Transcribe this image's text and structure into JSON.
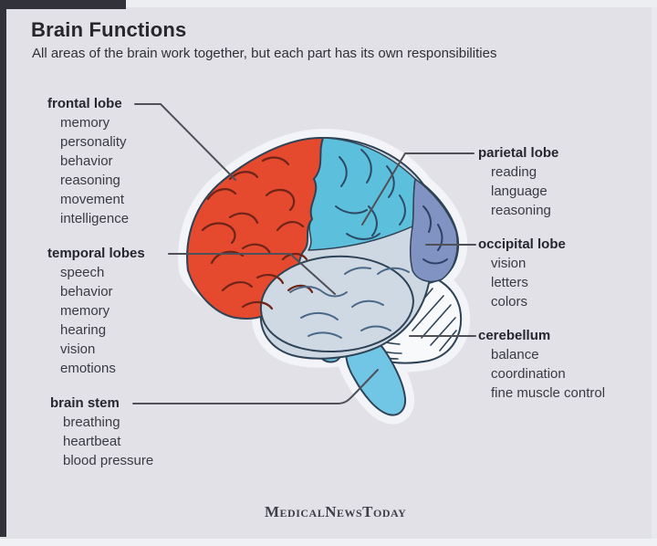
{
  "header": {
    "title": "Brain Functions",
    "subtitle": "All areas of the brain work together, but each part has its own responsibilities"
  },
  "regions": [
    {
      "id": "frontal-lobe",
      "label": "frontal lobe",
      "functions": [
        "memory",
        "personality",
        "behavior",
        "reasoning",
        "movement",
        "intelligence"
      ]
    },
    {
      "id": "temporal-lobes",
      "label": "temporal lobes",
      "functions": [
        "speech",
        "behavior",
        "memory",
        "hearing",
        "vision",
        "emotions"
      ]
    },
    {
      "id": "brain-stem",
      "label": "brain stem",
      "functions": [
        "breathing",
        "heartbeat",
        "blood pressure"
      ]
    },
    {
      "id": "parietal-lobe",
      "label": "parietal lobe",
      "functions": [
        "reading",
        "language",
        "reasoning"
      ]
    },
    {
      "id": "occipital-lobe",
      "label": "occipital lobe",
      "functions": [
        "vision",
        "letters",
        "colors"
      ]
    },
    {
      "id": "cerebellum",
      "label": "cerebellum",
      "functions": [
        "balance",
        "coordination",
        "fine muscle control"
      ]
    }
  ],
  "footer": {
    "brand": "MedicalNewsToday"
  },
  "colors": {
    "background": "#e1e1e7",
    "frontal": "#e5492e",
    "parietal": "#5cc0dc",
    "occipital": "#8093c3",
    "temporal": "#cfd9e3",
    "cerebellum": "#f7f9fb",
    "brain_stem": "#71c6e5",
    "cerebrum_base": "#cdd8e2",
    "outline": "#2f4356",
    "glow": "#f3f4f8",
    "leader_line": "#4f5058",
    "frontal_sulci": "#6e2518"
  }
}
